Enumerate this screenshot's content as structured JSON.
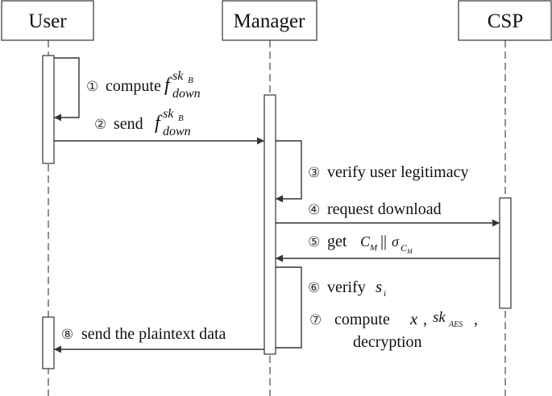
{
  "actors": {
    "user": "User",
    "manager": "Manager",
    "csp": "CSP"
  },
  "steps": {
    "s1": {
      "num": "①",
      "text": "compute",
      "math_base": "f",
      "math_sup": "sk",
      "math_sup_sub": "B",
      "math_sub": "down"
    },
    "s2": {
      "num": "②",
      "text": "send",
      "math_base": "f",
      "math_sup": "sk",
      "math_sup_sub": "B",
      "math_sub": "down"
    },
    "s3": {
      "num": "③",
      "text": "verify user legitimacy"
    },
    "s4": {
      "num": "④",
      "text": "request download"
    },
    "s5": {
      "num": "⑤",
      "text": "get",
      "c_base": "C",
      "c_sub": "M",
      "concat": "||",
      "sigma": "σ",
      "sigma_sub_base": "C",
      "sigma_sub_sub": "M"
    },
    "s6": {
      "num": "⑥",
      "text": "verify",
      "s_base": "s",
      "s_sub": "i"
    },
    "s7": {
      "num": "⑦",
      "text": "compute",
      "x": "x",
      "comma1": ",",
      "sk_base": "sk",
      "sk_sub": "AES",
      "comma2": ",",
      "line2": "decryption"
    },
    "s8": {
      "num": "⑧",
      "text": "send the plaintext data"
    }
  }
}
